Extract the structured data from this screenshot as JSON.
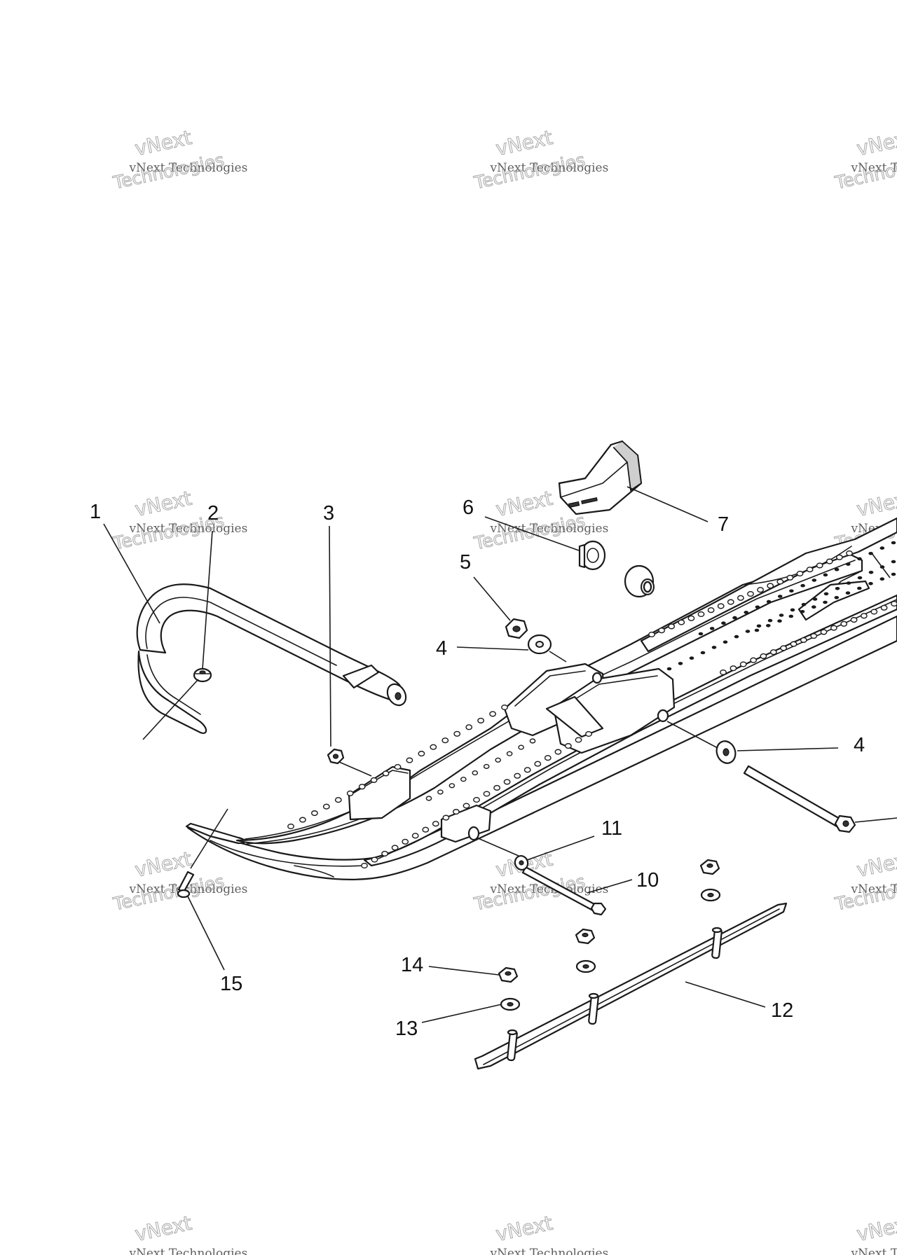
{
  "callouts": [
    {
      "id": "c1",
      "label": "1"
    },
    {
      "id": "c2",
      "label": "2"
    },
    {
      "id": "c3",
      "label": "3"
    },
    {
      "id": "c4a",
      "label": "4"
    },
    {
      "id": "c4b",
      "label": "4"
    },
    {
      "id": "c5",
      "label": "5"
    },
    {
      "id": "c6",
      "label": "6"
    },
    {
      "id": "c7",
      "label": "7"
    },
    {
      "id": "c10",
      "label": "10"
    },
    {
      "id": "c11",
      "label": "11"
    },
    {
      "id": "c12",
      "label": "12"
    },
    {
      "id": "c13",
      "label": "13"
    },
    {
      "id": "c14",
      "label": "14"
    },
    {
      "id": "c15",
      "label": "15"
    }
  ],
  "watermark": {
    "line1": "vNext Technologies",
    "line2": "vNext",
    "line3": "Technologies"
  }
}
